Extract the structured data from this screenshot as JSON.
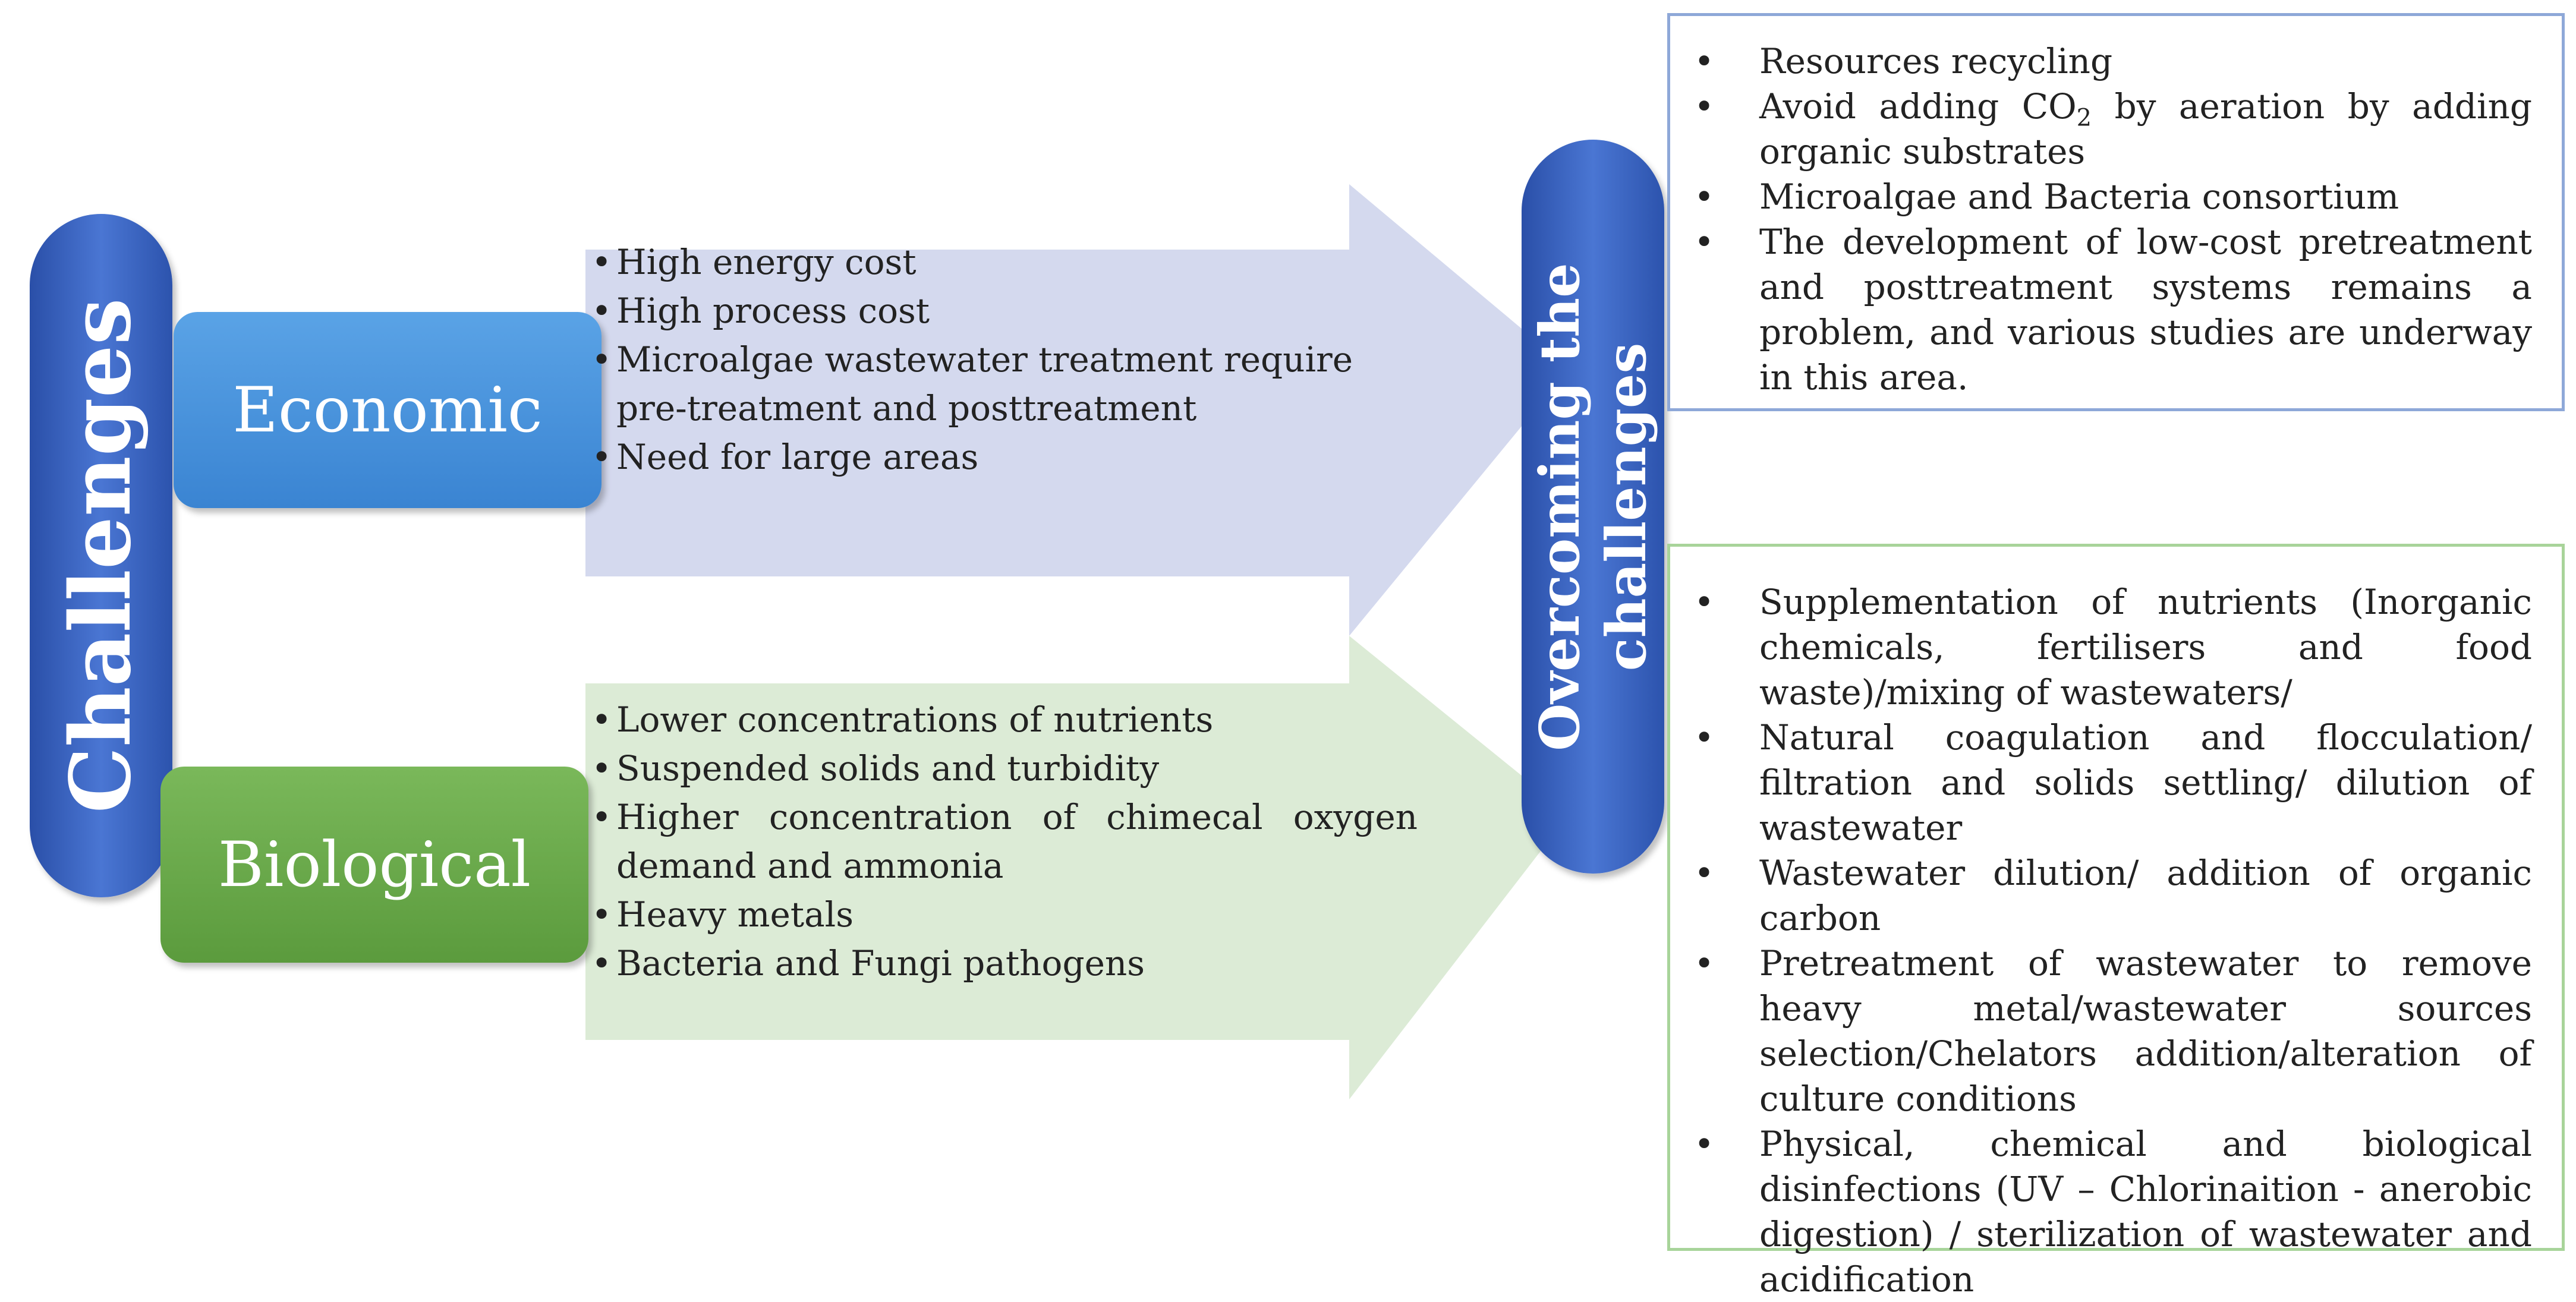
{
  "left_pill": {
    "label": "Challenges"
  },
  "right_pill": {
    "line1": "Overcoming the",
    "line2": "challenges"
  },
  "economic": {
    "label": "Economic",
    "items": [
      "High energy cost",
      "High process cost",
      "Microalgae wastewater treatment require pre-treatment and posttreatment",
      "Need for large areas"
    ]
  },
  "biological": {
    "label": "Biological",
    "items": [
      "Lower concentrations of nutrients",
      "Suspended solids and turbidity",
      "Higher concentration of chimecal oxygen demand and ammonia",
      "Heavy metals",
      "Bacteria and Fungi pathogens"
    ]
  },
  "solutions_economic": {
    "item1": "Resources recycling",
    "item2_pre": "Avoid adding CO",
    "item2_sub": "2",
    "item2_post": " by aeration by adding organic substrates",
    "item3": "Microalgae and Bacteria consortium",
    "item4": "The development of low-cost pretreatment and posttreatment systems remains a problem, and various studies are underway in this area."
  },
  "solutions_biological": {
    "items": [
      "Supplementation of nutrients (Inorganic chemicals, fertilisers and food waste)/mixing of wastewaters/",
      "Natural coagulation and flocculation/ filtration and solids settling/ dilution of wastewater",
      "Wastewater dilution/ addition of organic carbon",
      "Pretreatment of wastewater to remove heavy metal/wastewater sources selection/Chelators addition/alteration of culture conditions",
      "Physical, chemical and biological disinfections (UV – Chlorinaition - anerobic digestion) / sterilization of wastewater and acidification"
    ]
  },
  "colors": {
    "pill_blue": "#3a62c0",
    "economic_blue": "#4a93dc",
    "biological_green": "#6aaa4b",
    "arrow_lavender": "#d4d9ee",
    "arrow_mint": "#dcebd6",
    "box_top_border": "#8ea8d8",
    "box_bottom_border": "#a8d49a"
  }
}
